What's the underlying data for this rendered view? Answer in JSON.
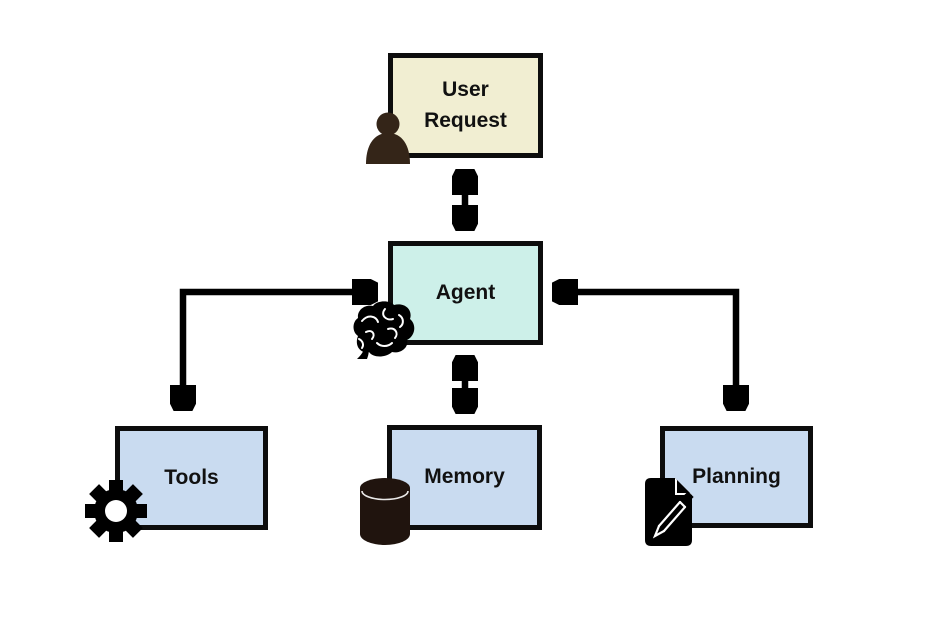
{
  "colors": {
    "background": "#ffffff",
    "box-border": "#0d0d0d",
    "arrow": "#000000",
    "text": "#111111",
    "user-request-fill": "#f1eed2",
    "agent-fill": "#cdf0e9",
    "module-fill": "#c9dbf0",
    "person-icon-color": "#342518",
    "database-icon-color": "#20140e",
    "icon-black": "#000000"
  },
  "diagram": {
    "nodes": [
      {
        "id": "user-request",
        "label": "User Request",
        "icon": "person-icon",
        "fill": "#f1eed2"
      },
      {
        "id": "agent",
        "label": "Agent",
        "icon": "brain-icon",
        "fill": "#cdf0e9"
      },
      {
        "id": "tools",
        "label": "Tools",
        "icon": "gear-icon",
        "fill": "#c9dbf0"
      },
      {
        "id": "memory",
        "label": "Memory",
        "icon": "database-icon",
        "fill": "#c9dbf0"
      },
      {
        "id": "planning",
        "label": "Planning",
        "icon": "note-pencil-icon",
        "fill": "#c9dbf0"
      }
    ],
    "edges": [
      {
        "from": "user-request",
        "to": "agent",
        "arrows": "both",
        "shape": "straight-vertical"
      },
      {
        "from": "agent",
        "to": "memory",
        "arrows": "both",
        "shape": "straight-vertical"
      },
      {
        "from": "agent",
        "to": "tools",
        "arrows": "both",
        "shape": "elbow"
      },
      {
        "from": "agent",
        "to": "planning",
        "arrows": "both",
        "shape": "elbow"
      }
    ]
  }
}
